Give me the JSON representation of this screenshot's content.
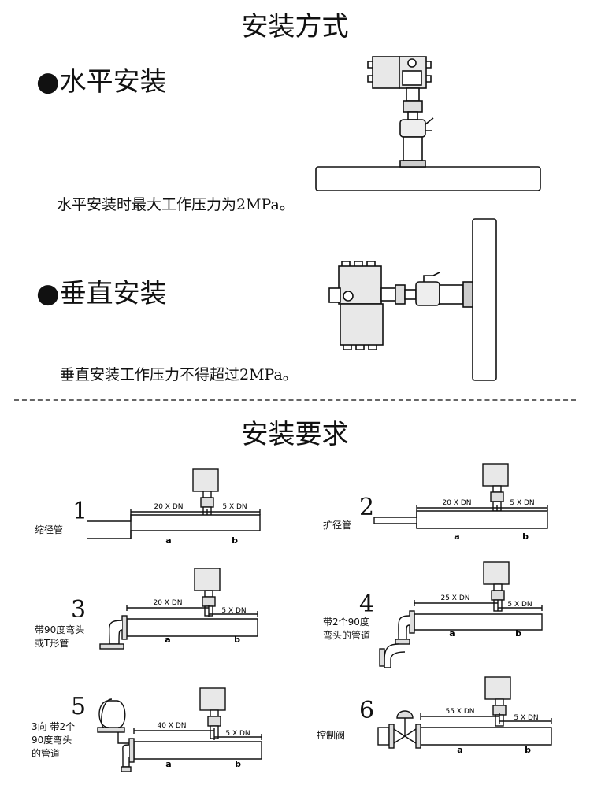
{
  "header": {
    "title": "安装方式"
  },
  "horizontal": {
    "heading": "●水平安装",
    "note": "水平安装时最大工作压力为2MPa。"
  },
  "vertical": {
    "heading": "●垂直安装",
    "note": "垂直安装工作压力不得超过2MPa。"
  },
  "requirements": {
    "title": "安装要求",
    "cases": [
      {
        "number": "1",
        "label": "缩径管",
        "up": "20 X DN",
        "down": "5 X DN",
        "a": "a",
        "b": "b"
      },
      {
        "number": "2",
        "label": "扩径管",
        "up": "20 X DN",
        "down": "5 X DN",
        "a": "a",
        "b": "b"
      },
      {
        "number": "3",
        "label": "带90度弯头或T形管",
        "label_lines": [
          "带90度弯头",
          "或T形管"
        ],
        "up": "20 X DN",
        "down": "5 X DN",
        "a": "a",
        "b": "b"
      },
      {
        "number": "4",
        "label": "带2个90度弯头的管道",
        "label_lines": [
          "带2个90度",
          "弯头的管道"
        ],
        "up": "25 X DN",
        "down": "5 X DN",
        "a": "a",
        "b": "b"
      },
      {
        "number": "5",
        "label": "3向 带2个90度弯头的管道",
        "label_lines": [
          "3向 带2个",
          "90度弯头",
          "的管道"
        ],
        "up": "40 X DN",
        "down": "5 X DN",
        "a": "a",
        "b": "b"
      },
      {
        "number": "6",
        "label": "控制阀",
        "up": "55 X DN",
        "down": "5 X DN",
        "a": "a",
        "b": "b"
      }
    ]
  }
}
